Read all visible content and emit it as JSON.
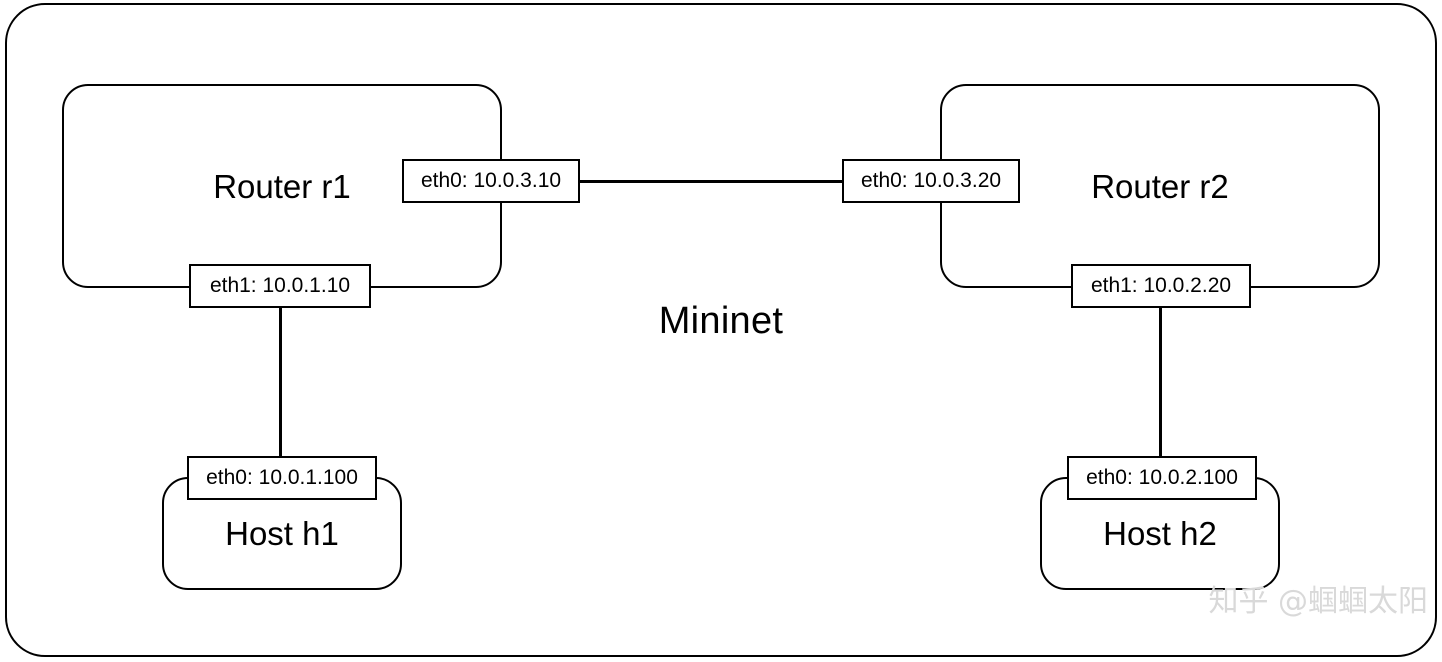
{
  "diagram": {
    "title": "Mininet",
    "watermark": "知乎 @蝈蝈太阳",
    "stroke_color": "#000000",
    "background_color": "#ffffff",
    "watermark_color": "#d9d9d9"
  },
  "nodes": {
    "router1": {
      "label": "Router r1",
      "interfaces": {
        "eth0": "eth0: 10.0.3.10",
        "eth1": "eth1: 10.0.1.10"
      }
    },
    "router2": {
      "label": "Router r2",
      "interfaces": {
        "eth0": "eth0: 10.0.3.20",
        "eth1": "eth1: 10.0.2.20"
      }
    },
    "host1": {
      "label": "Host h1",
      "interfaces": {
        "eth0": "eth0: 10.0.1.100"
      }
    },
    "host2": {
      "label": "Host h2",
      "interfaces": {
        "eth0": "eth0: 10.0.2.100"
      }
    }
  }
}
